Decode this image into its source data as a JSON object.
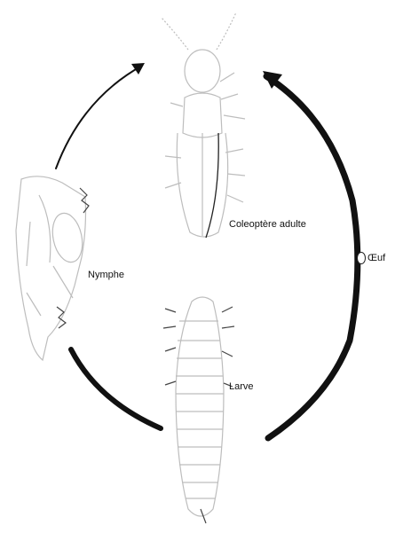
{
  "diagram": {
    "stages": {
      "adult": "Coleoptère adulte",
      "egg": "Œuf",
      "larva": "Larve",
      "nymph": "Nymphe"
    },
    "colors": {
      "ink": "#111111",
      "drawing": "#c8c8c8"
    }
  }
}
